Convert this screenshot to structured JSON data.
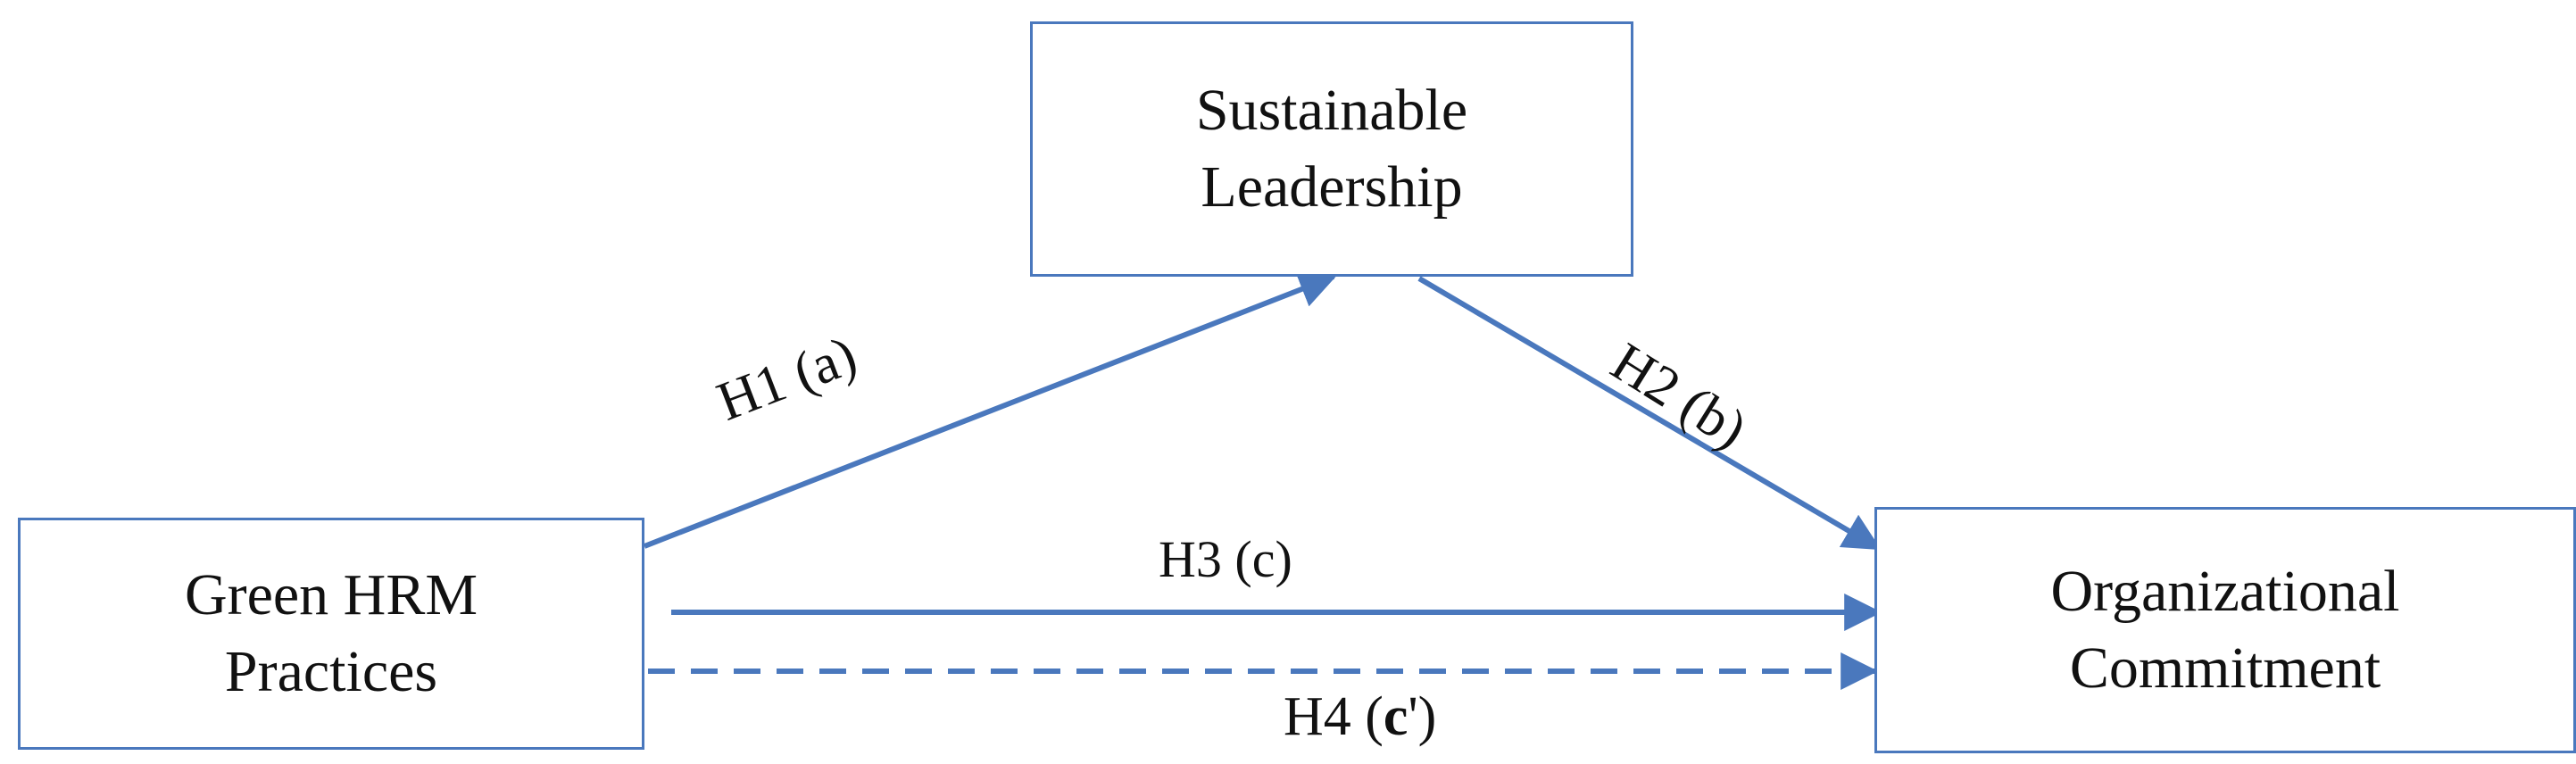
{
  "diagram": {
    "nodes": {
      "sustainable_leadership": {
        "line1": "Sustainable",
        "line2": "Leadership"
      },
      "green_hrm": {
        "line1": "Green HRM",
        "line2": "Practices"
      },
      "organizational_commitment": {
        "line1": "Organizational",
        "line2": "Commitment"
      }
    },
    "edges": {
      "h1": {
        "hyp": "H1",
        "path": "(a)"
      },
      "h2": {
        "hyp": "H2",
        "path": "(b)"
      },
      "h3": {
        "label": "H3 (c)"
      },
      "h4": {
        "hyp": "H4 (",
        "path": "c",
        "prime": "')"
      }
    },
    "colors": {
      "arrow": "#4a78bd",
      "box_border": "#4a78bd",
      "text": "#111111"
    }
  }
}
